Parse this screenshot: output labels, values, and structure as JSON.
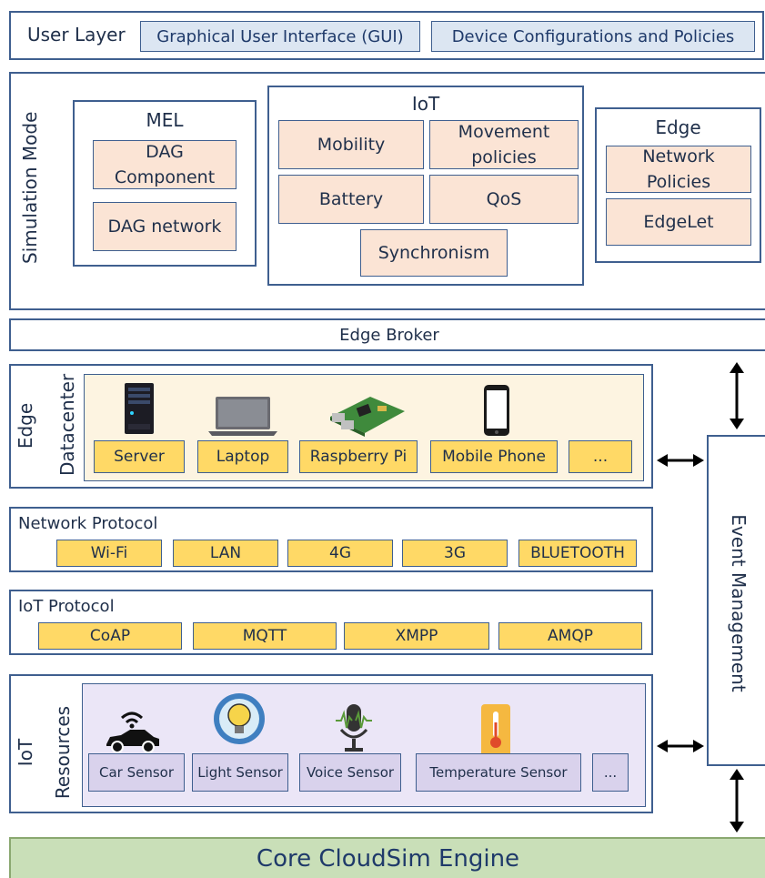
{
  "user_layer": {
    "title": "User Layer",
    "items": [
      "Graphical User Interface (GUI)",
      "Device Configurations and Policies"
    ]
  },
  "simulation_mode": {
    "title": "Simulation Mode",
    "mel": {
      "title": "MEL",
      "items": [
        "DAG Component",
        "DAG network"
      ]
    },
    "iot": {
      "title": "IoT",
      "items": [
        "Mobility",
        "Movement policies",
        "Battery",
        "QoS",
        "Synchronism"
      ]
    },
    "edge": {
      "title": "Edge",
      "items": [
        "Network Policies",
        "EdgeLet"
      ]
    }
  },
  "edge_broker": "Edge Broker",
  "edge_datacenter": {
    "title_line1": "Edge",
    "title_line2": "Datacenter",
    "devices": [
      "Server",
      "Laptop",
      "Raspberry Pi",
      "Mobile Phone",
      "..."
    ]
  },
  "network_protocol": {
    "title": "Network Protocol",
    "items": [
      "Wi-Fi",
      "LAN",
      "4G",
      "3G",
      "BLUETOOTH"
    ]
  },
  "iot_protocol": {
    "title": "IoT Protocol",
    "items": [
      "CoAP",
      "MQTT",
      "XMPP",
      "AMQP"
    ]
  },
  "iot_resources": {
    "title_line1": "IoT",
    "title_line2": "Resources",
    "sensors": [
      "Car Sensor",
      "Light Sensor",
      "Voice Sensor",
      "Temperature Sensor",
      "..."
    ]
  },
  "event_management": "Event Management",
  "core_engine": "Core CloudSim Engine",
  "colors": {
    "border": "#3f5f8f",
    "user_item_fill": "#dce6f2",
    "component_fill": "#fbe4d5",
    "protocol_fill": "#ffd966",
    "device_tray_fill": "#fdf4e1",
    "sensor_fill": "#d9d2ec",
    "sensor_tray_fill": "#ebe6f7",
    "core_fill": "#c9dfb8"
  }
}
